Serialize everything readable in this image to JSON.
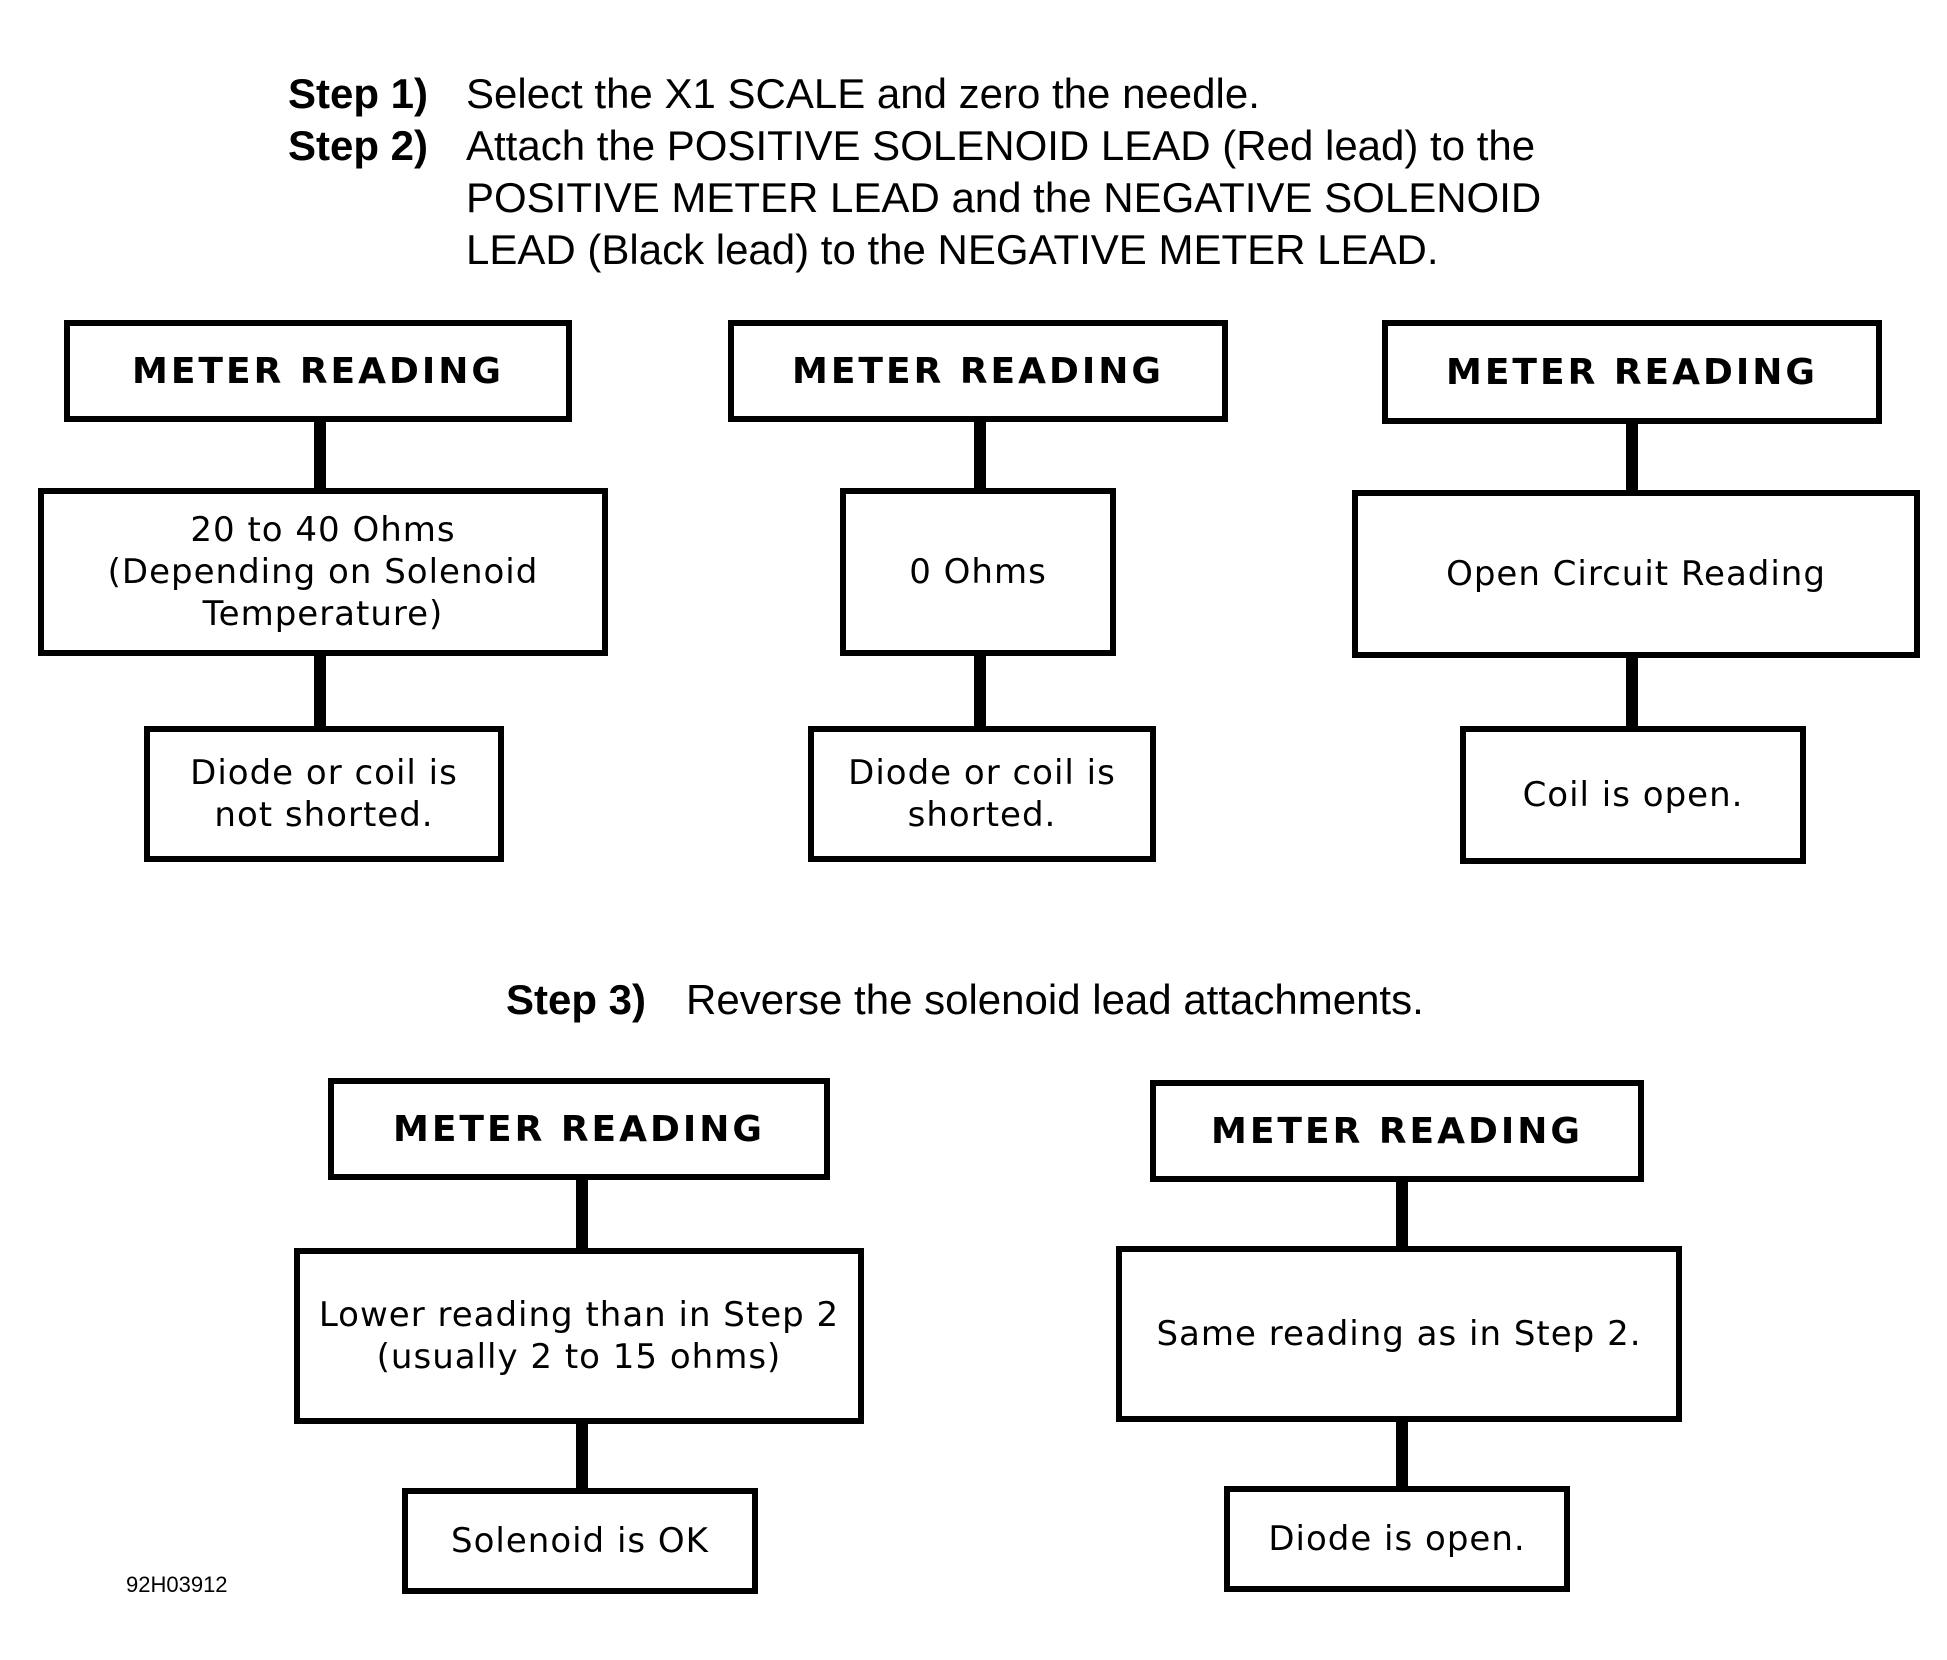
{
  "instructions": {
    "step1": {
      "label": "Step 1)",
      "text": "Select the X1 SCALE and zero the needle."
    },
    "step2": {
      "label": "Step 2)",
      "lines": [
        "Attach the POSITIVE SOLENOID LEAD (Red lead) to the",
        "POSITIVE METER LEAD and the NEGATIVE SOLENOID",
        "LEAD (Black lead) to the NEGATIVE METER LEAD."
      ]
    },
    "step3": {
      "label": "Step 3)",
      "text": "Reverse the solenoid lead attachments."
    }
  },
  "step2_branches": [
    {
      "header": "METER READING",
      "reading": [
        "20 to 40 Ohms",
        "(Depending on Solenoid",
        "Temperature)"
      ],
      "result": [
        "Diode or coil is",
        "not shorted."
      ]
    },
    {
      "header": "METER READING",
      "reading": [
        "0 Ohms"
      ],
      "result": [
        "Diode or coil is",
        "shorted."
      ]
    },
    {
      "header": "METER READING",
      "reading": [
        "Open Circuit Reading"
      ],
      "result": [
        "Coil is open."
      ]
    }
  ],
  "step3_branches": [
    {
      "header": "METER READING",
      "reading": [
        "Lower reading than in Step 2",
        "(usually 2 to 15 ohms)"
      ],
      "result": [
        "Solenoid is OK"
      ]
    },
    {
      "header": "METER READING",
      "reading": [
        "Same reading as in Step 2."
      ],
      "result": [
        "Diode is open."
      ]
    }
  ],
  "figure_id": "92H03912"
}
